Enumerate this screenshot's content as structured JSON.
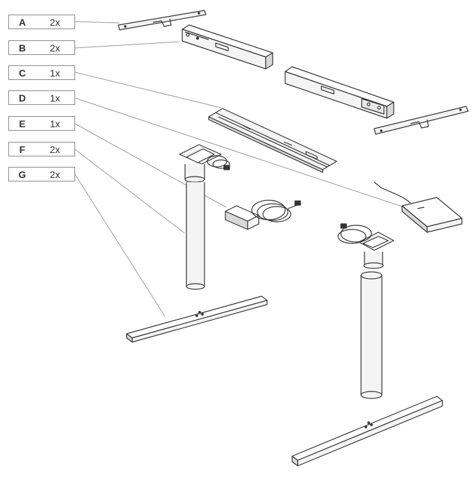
{
  "parts": [
    {
      "letter": "A",
      "qty": "2x"
    },
    {
      "letter": "B",
      "qty": "2x"
    },
    {
      "letter": "C",
      "qty": "1x"
    },
    {
      "letter": "D",
      "qty": "1x"
    },
    {
      "letter": "E",
      "qty": "1x"
    },
    {
      "letter": "F",
      "qty": "2x"
    },
    {
      "letter": "G",
      "qty": "2x"
    }
  ],
  "colors": {
    "line": "#333333",
    "leader": "#999999",
    "fill": "#f4f4f4",
    "shade": "#d9d9d9",
    "label_border": "#8a8a8a"
  }
}
